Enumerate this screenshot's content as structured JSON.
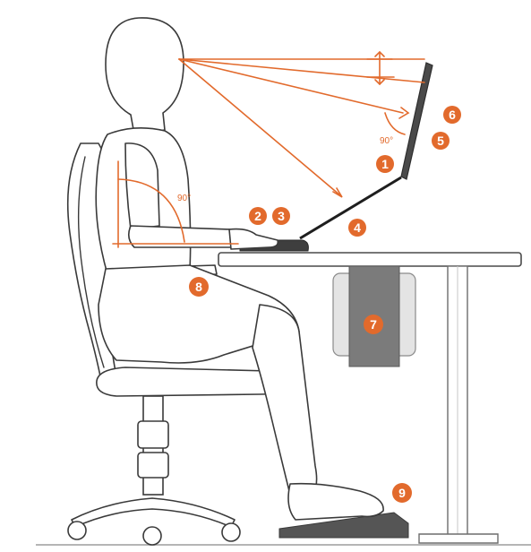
{
  "colors": {
    "accent": "#e26a2c",
    "outline": "#3a3a3a",
    "desk_leg": "#8e8e8e"
  },
  "angles": {
    "screen": "90°",
    "elbow": "90°"
  },
  "markers": [
    "1",
    "2",
    "3",
    "4",
    "5",
    "6",
    "7",
    "8",
    "9"
  ]
}
